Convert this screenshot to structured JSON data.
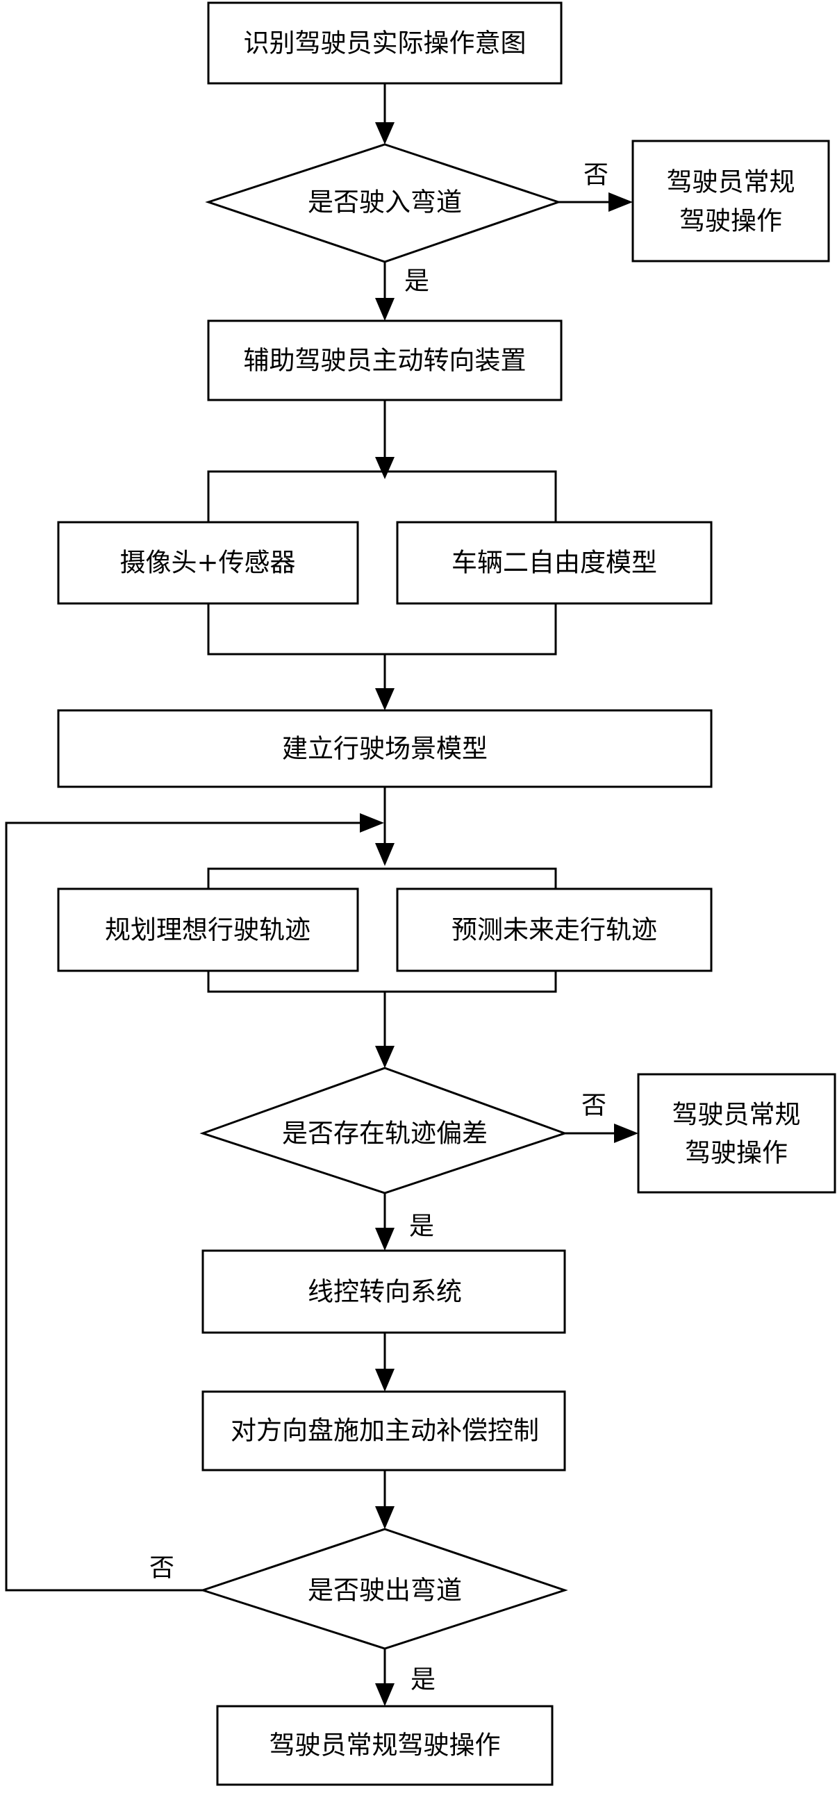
{
  "nodes": {
    "identify_intent": "识别驾驶员实际操作意图",
    "enter_curve_q": "是否驶入弯道",
    "normal_driving_1": [
      "驾驶员常规",
      "驾驶操作"
    ],
    "assist_steering": "辅助驾驶员主动转向装置",
    "camera_sensor": "摄像头+传感器",
    "vehicle_model": "车辆二自由度模型",
    "build_scene": "建立行驶场景模型",
    "plan_ideal": "规划理想行驶轨迹",
    "predict_future": "预测未来走行轨迹",
    "deviation_q": "是否存在轨迹偏差",
    "normal_driving_2": [
      "驾驶员常规",
      "驾驶操作"
    ],
    "steer_by_wire": "线控转向系统",
    "compensation": "对方向盘施加主动补偿控制",
    "exit_curve_q": "是否驶出弯道",
    "normal_driving_final": "驾驶员常规驾驶操作"
  },
  "edge_labels": {
    "no_1": "否",
    "yes_1": "是",
    "no_2": "否",
    "yes_2": "是",
    "no_3": "否",
    "yes_3": "是"
  }
}
